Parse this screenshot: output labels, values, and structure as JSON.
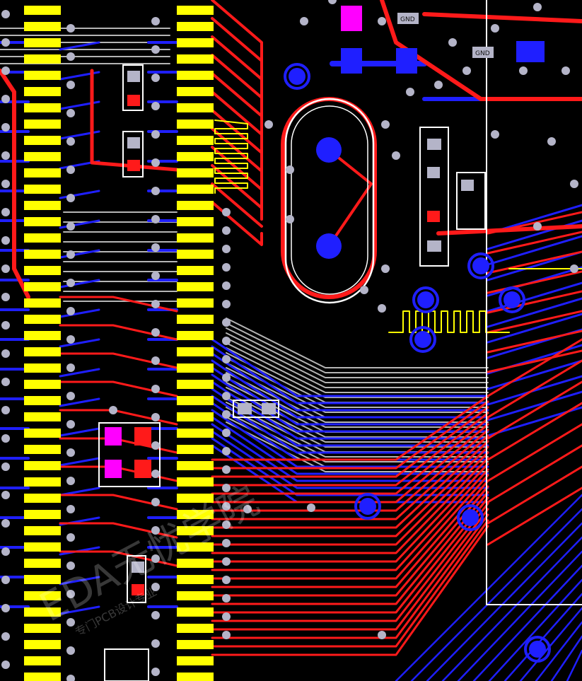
{
  "view": {
    "type": "pcb-layout-view"
  },
  "colors": {
    "background": "#000000",
    "top_copper": "#ff1a1a",
    "bottom_copper": "#1f1fff",
    "inner_copper": "#b4b4b4",
    "silkscreen": "#ffffff",
    "smd_pad": "#ffff00",
    "via": "#b4b4c8",
    "component_pad_magenta": "#ff00ff"
  },
  "labels": {
    "gnd_label_1": "GND",
    "gnd_label_2": "GND"
  },
  "watermark": {
    "main_text": "EDA无忧学院",
    "sub_text": "专门PCB设计专业"
  }
}
